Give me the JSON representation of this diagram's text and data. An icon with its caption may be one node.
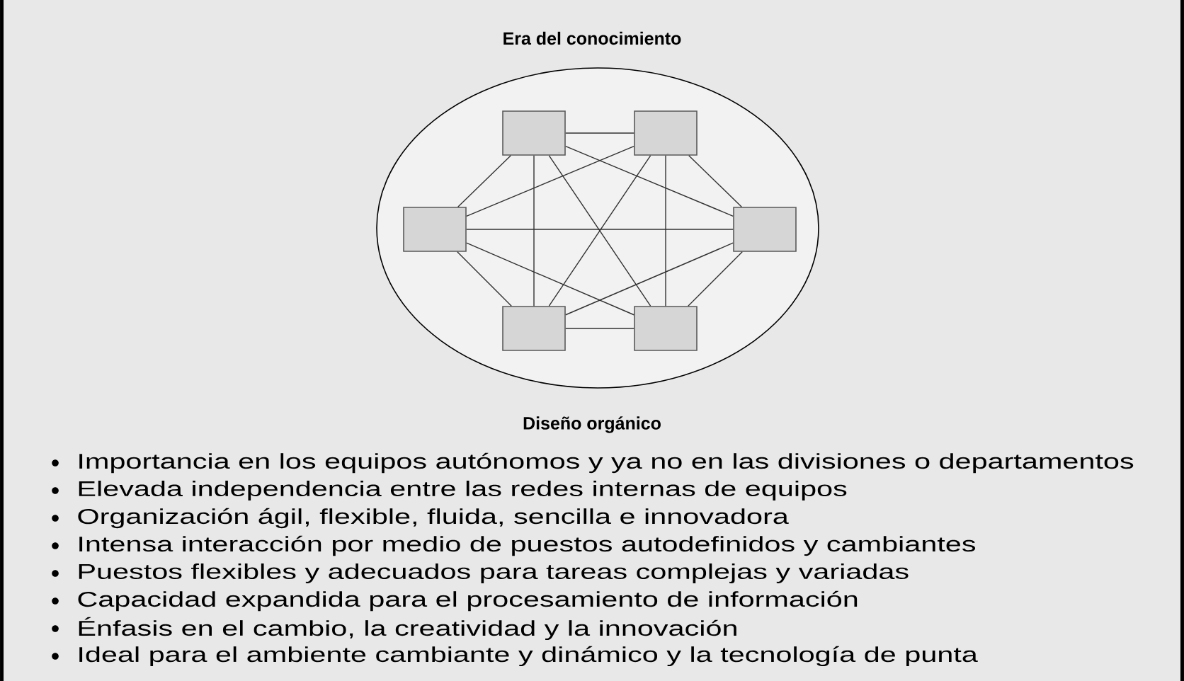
{
  "diagram": {
    "title": "Era del conocimiento",
    "nodes": [
      {
        "text": [],
        "shape": "ellipse"
      },
      {
        "text": [],
        "shape": "box",
        "in": 0
      },
      {
        "text": [],
        "shape": "box",
        "in": 0
      },
      {
        "text": [],
        "shape": "box",
        "in": 0
      },
      {
        "text": [],
        "shape": "box",
        "in": 0
      },
      {
        "text": [],
        "shape": "box",
        "in": 0
      },
      {
        "text": [],
        "shape": "box",
        "in": 0
      }
    ],
    "edges": [
      {
        "from": 1,
        "to": 2,
        "arrow": "none"
      },
      {
        "from": 1,
        "to": 3,
        "arrow": "none"
      },
      {
        "from": 1,
        "to": 4,
        "arrow": "none"
      },
      {
        "from": 1,
        "to": 5,
        "arrow": "none"
      },
      {
        "from": 1,
        "to": 6,
        "arrow": "none"
      },
      {
        "from": 2,
        "to": 3,
        "arrow": "none"
      },
      {
        "from": 2,
        "to": 4,
        "arrow": "none"
      },
      {
        "from": 2,
        "to": 5,
        "arrow": "none"
      },
      {
        "from": 2,
        "to": 6,
        "arrow": "none"
      },
      {
        "from": 3,
        "to": 4,
        "arrow": "none"
      },
      {
        "from": 3,
        "to": 5,
        "arrow": "none"
      },
      {
        "from": 3,
        "to": 6,
        "arrow": "none"
      },
      {
        "from": 4,
        "to": 5,
        "arrow": "none"
      },
      {
        "from": 4,
        "to": 6,
        "arrow": "none"
      },
      {
        "from": 5,
        "to": 6,
        "arrow": "none"
      }
    ],
    "labels": [
      "Diseño orgánico",
      "Importancia en los equipos autónomos y ya no en las divisiones o departamentos",
      "Elevada independencia entre las redes internas de equipos",
      "Organización ágil, flexible, fluida, sencilla e innovadora",
      "Intensa interacción por medio de puestos autodefinidos y cambiantes",
      "Puestos flexibles y adecuados para tareas complejas y variadas",
      "Capacidad expandida para el procesamiento de información",
      "Énfasis en el cambio, la creatividad y la innovación",
      "Ideal para el ambiente cambiante y dinámico y la tecnología de punta"
    ]
  }
}
